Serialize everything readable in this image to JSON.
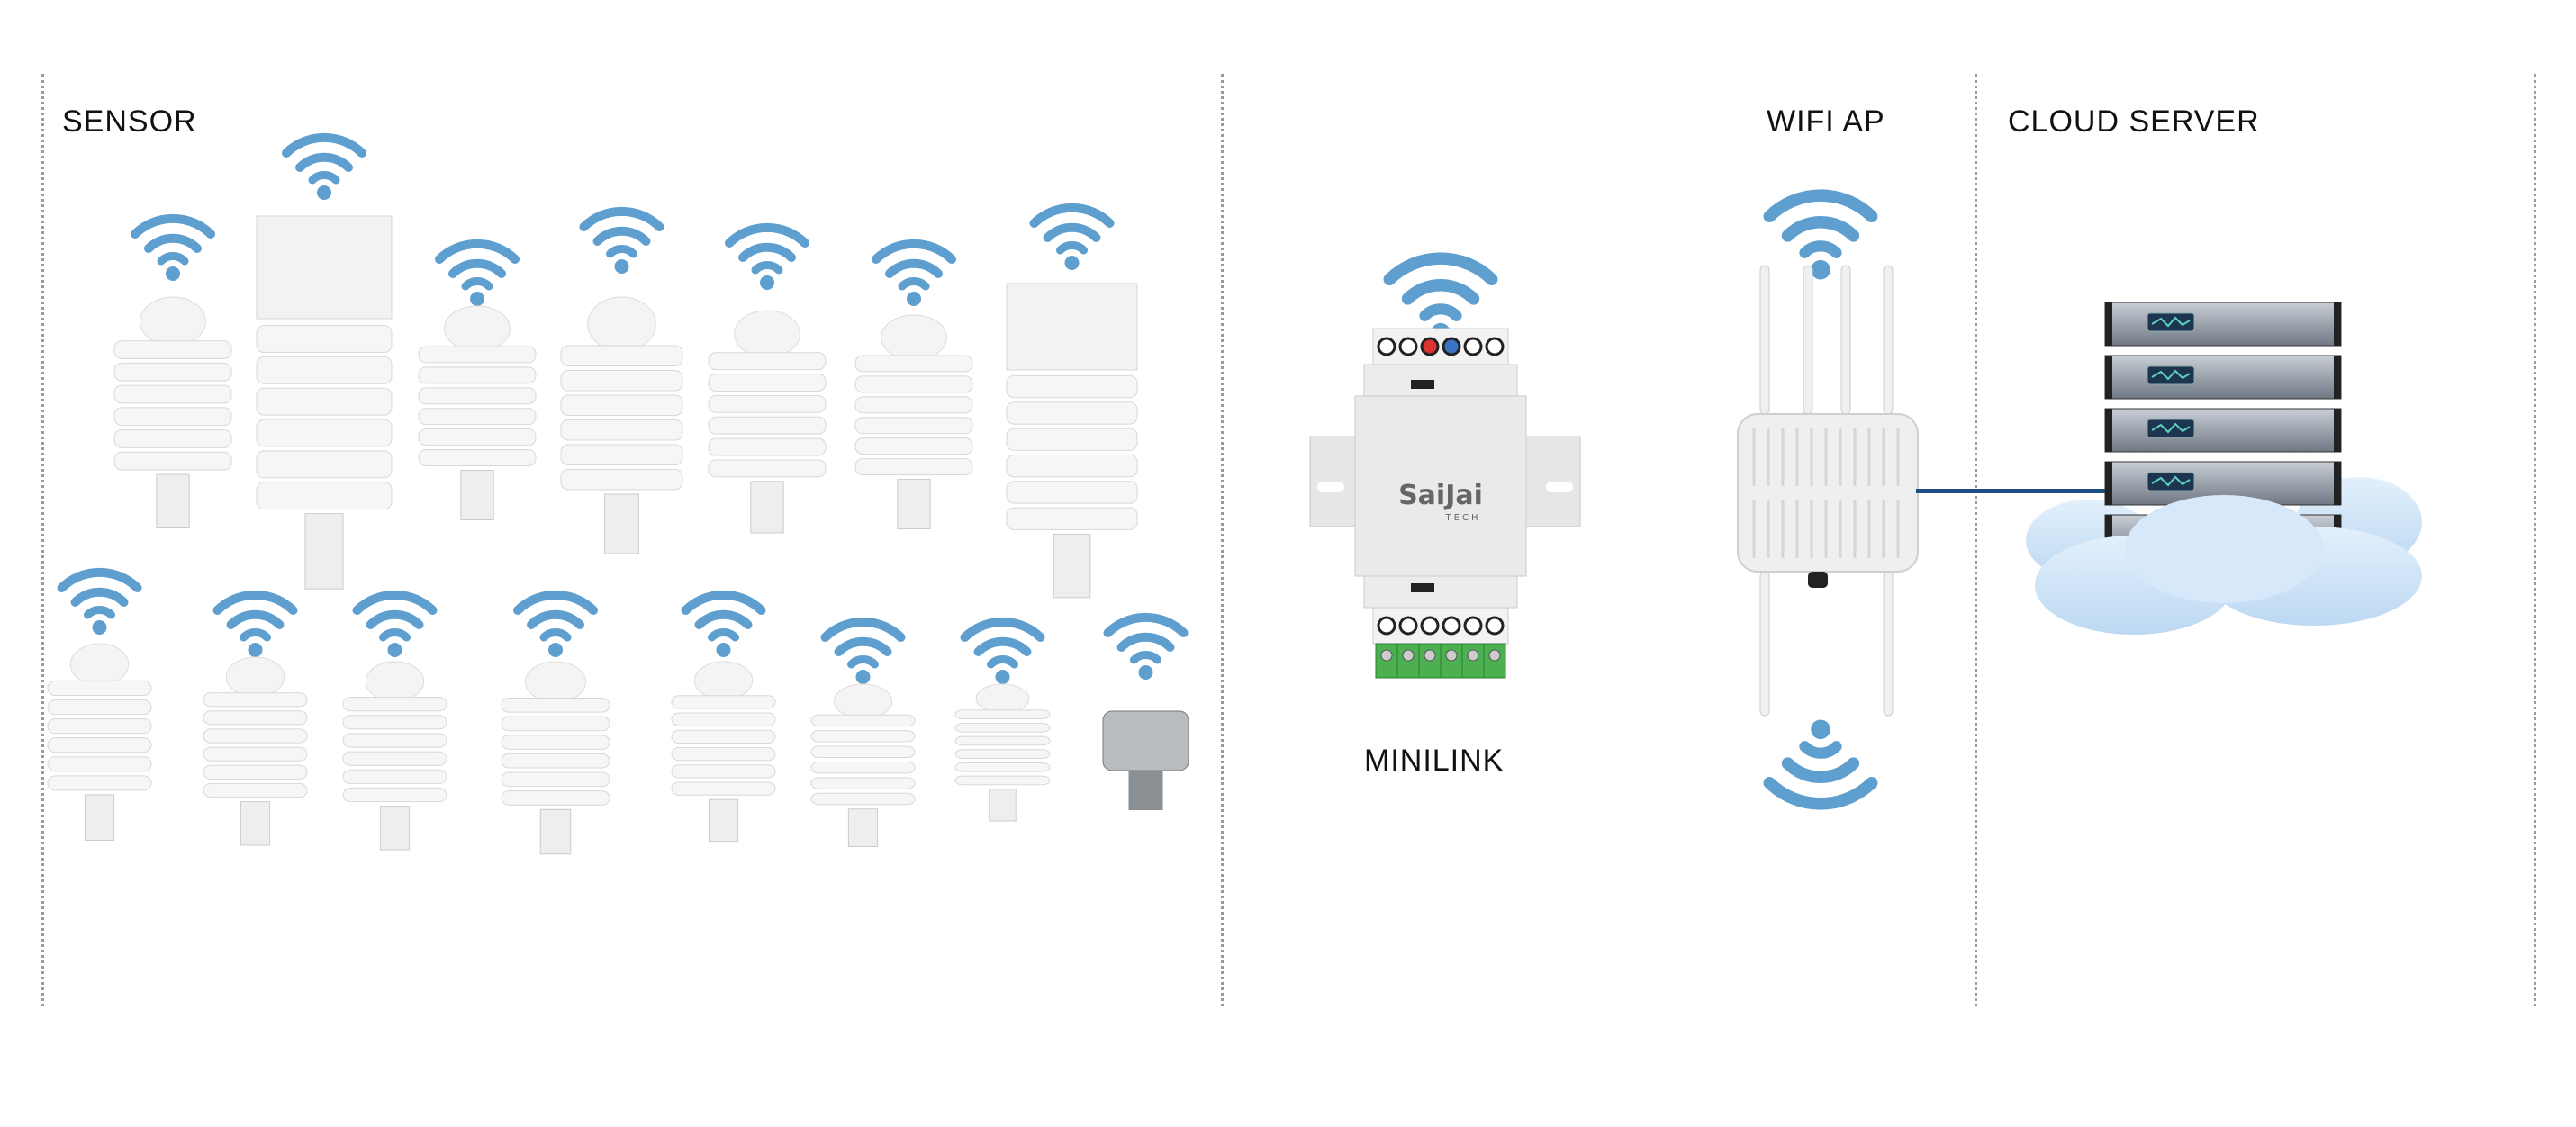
{
  "sections": {
    "sensor": "SENSOR",
    "minilink": "MINILINK",
    "wifi_ap": "WIFI AP",
    "cloud_server": "CLOUD SERVER"
  },
  "minilink_brand": {
    "name": "SaiJai",
    "sub": "TECH"
  },
  "sensor_count": 15,
  "colors": {
    "wifi": "#5e9fcf",
    "link": "#1f4e85",
    "terminal": "#4caf50",
    "cloud": "#cfe4f7"
  }
}
